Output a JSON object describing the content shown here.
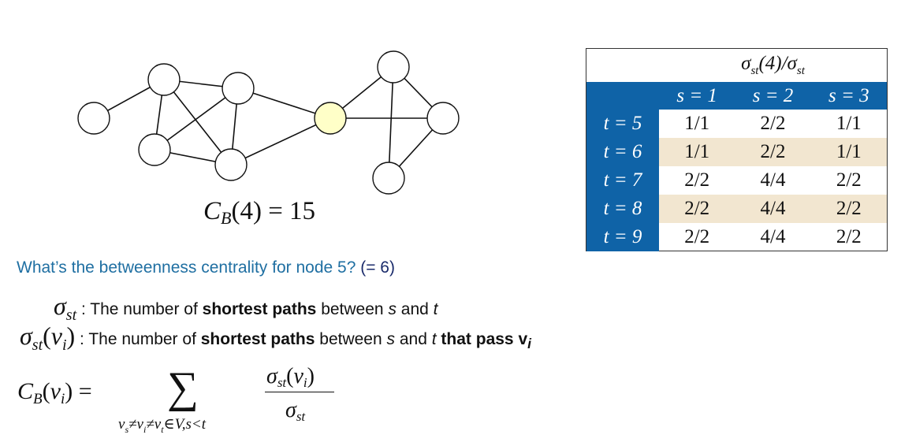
{
  "graph": {
    "highlight_color": "#ffffc8",
    "node_color": "#ffffff"
  },
  "cb4_label": {
    "prefix": "C",
    "sub": "B",
    "arg": "(4) = 15"
  },
  "table": {
    "title_sigma": "σ",
    "title_sub": "st",
    "title_rest": "(4)/σ",
    "title_sub2": "st",
    "s_headers": [
      "s = 1",
      "s = 2",
      "s = 3"
    ],
    "rows": [
      {
        "t": "t = 5",
        "cells": [
          "1/1",
          "2/2",
          "1/1"
        ]
      },
      {
        "t": "t = 6",
        "cells": [
          "1/1",
          "2/2",
          "1/1"
        ]
      },
      {
        "t": "t = 7",
        "cells": [
          "2/2",
          "4/4",
          "2/2"
        ]
      },
      {
        "t": "t = 8",
        "cells": [
          "2/2",
          "4/4",
          "2/2"
        ]
      },
      {
        "t": "t = 9",
        "cells": [
          "2/2",
          "4/4",
          "2/2"
        ]
      }
    ],
    "header_color": "#0f63a7",
    "shade_color": "#f2e6d0"
  },
  "question": {
    "text": "What’s the betweenness centrality for node 5?",
    "answer": "(= 6)"
  },
  "def1": {
    "symbol": "σ",
    "symbol_sub": "st",
    "text_a": " : The number of ",
    "bold": "shortest paths",
    "text_b": " between ",
    "s": "s",
    "and": " and ",
    "t": "t"
  },
  "def2": {
    "symbol": "σ",
    "symbol_sub": "st",
    "symbol_arg": "(v",
    "symbol_arg_sub": "i",
    "symbol_close": ")",
    "text_a": " : The number of ",
    "bold": "shortest paths",
    "text_b": " between ",
    "s": "s",
    "and": " and ",
    "t": "t",
    "bold2": " that pass v",
    "bold2_sub": "i"
  },
  "formula": {
    "lhs_c": "C",
    "lhs_sub": "B",
    "lhs_arg": "(v",
    "lhs_arg_sub": "i",
    "lhs_close": ") =",
    "sum": "∑",
    "sum_under": "v",
    "sum_under_s": "s",
    "sum_under_mid": "≠v",
    "sum_under_i": "i",
    "sum_under_mid2": "≠v",
    "sum_under_t": "t",
    "sum_under_end": "∈V,s<t",
    "num": "σ",
    "num_sub": "st",
    "num_arg": "(v",
    "num_arg_sub": "i",
    "num_close": ")",
    "den": "σ",
    "den_sub": "st"
  }
}
